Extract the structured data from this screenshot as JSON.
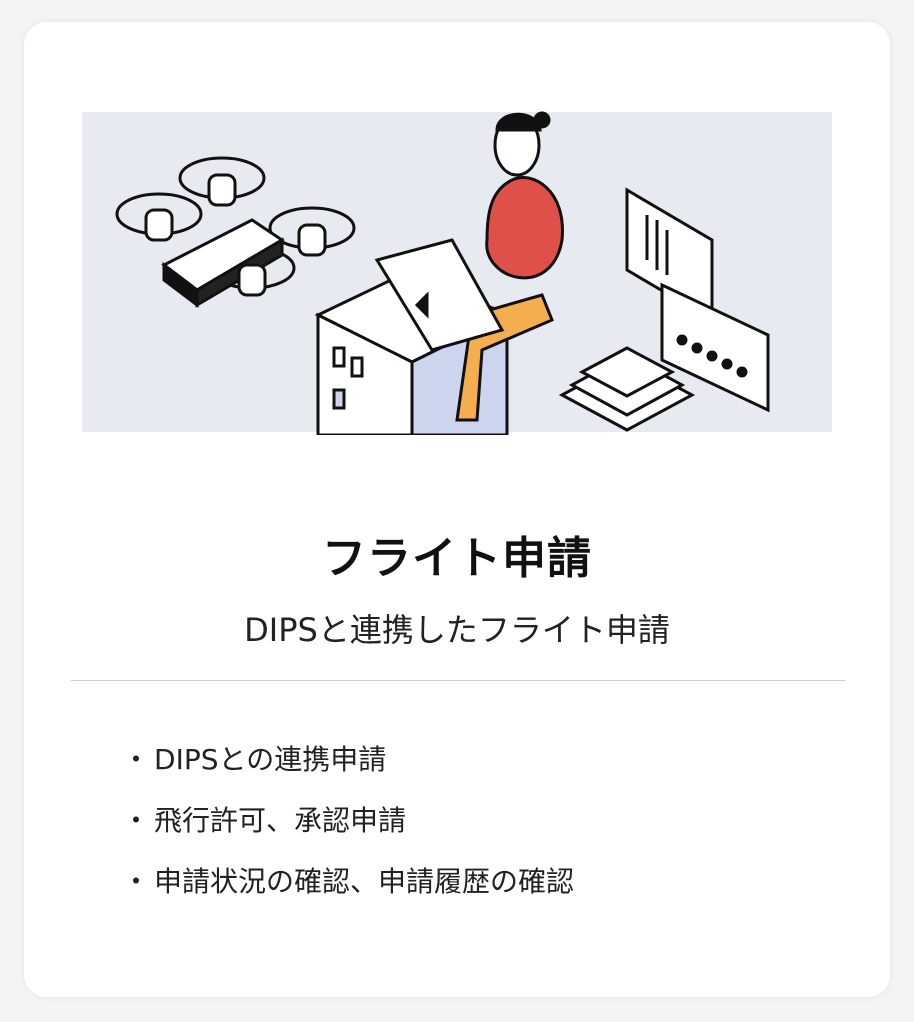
{
  "card": {
    "title": "フライト申請",
    "subtitle": "DIPSと連携したフライト申請",
    "features": [
      "DIPSとの連携申請",
      "飛行許可、承認申請",
      "申請状況の確認、申請履歴の確認"
    ],
    "bullet": "・"
  },
  "colors": {
    "illustration_bg": "#e7eaf0",
    "shirt": "#e0504a",
    "pants": "#f5ae4f",
    "accent_blue": "#cdd5ee"
  }
}
